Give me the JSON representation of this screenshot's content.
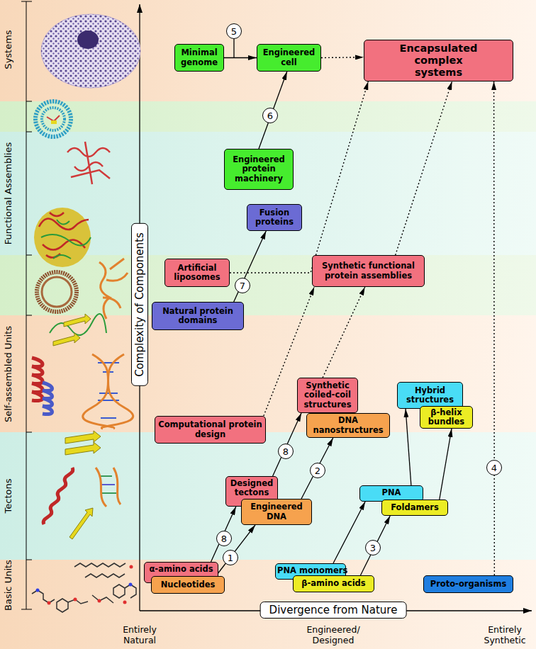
{
  "diagram": {
    "nodes": [
      {
        "text": [
          "Minimal genome"
        ]
      },
      {
        "text": [
          "Engineered cell"
        ]
      },
      {
        "text": [
          "Encapsulated complex systems"
        ]
      },
      {
        "text": [
          "Engineered protein machinery"
        ]
      },
      {
        "text": [
          "Fusion proteins"
        ]
      },
      {
        "text": [
          "Artificial liposomes"
        ]
      },
      {
        "text": [
          "Synthetic functional protein assemblies"
        ]
      },
      {
        "text": [
          "Natural protein domains"
        ]
      },
      {
        "text": [
          "Synthetic coiled-coil structures"
        ]
      },
      {
        "text": [
          "Hybrid structures"
        ]
      },
      {
        "text": [
          "β-helix bundles"
        ]
      },
      {
        "text": [
          "DNA nanostructures"
        ]
      },
      {
        "text": [
          "Computational protein design"
        ]
      },
      {
        "text": [
          "Designed tectons"
        ]
      },
      {
        "text": [
          "Engineered DNA"
        ]
      },
      {
        "text": [
          "PNA"
        ]
      },
      {
        "text": [
          "Foldamers"
        ]
      },
      {
        "text": [
          "α-amino acids"
        ]
      },
      {
        "text": [
          "Nucleotides"
        ]
      },
      {
        "text": [
          "PNA monomers"
        ]
      },
      {
        "text": [
          "β-amino acids"
        ]
      },
      {
        "text": [
          "Proto-organisms"
        ]
      }
    ],
    "edges": [
      {
        "from": 0,
        "to": 1,
        "arrow": "to",
        "label": "5"
      },
      {
        "from": 1,
        "to": 2,
        "arrow": "to"
      },
      {
        "from": 3,
        "to": 1,
        "arrow": "to",
        "label": "6"
      },
      {
        "from": 7,
        "to": 4,
        "arrow": "to",
        "label": "7"
      },
      {
        "from": 5,
        "to": 2,
        "arrow": "to"
      },
      {
        "from": 12,
        "to": 6,
        "arrow": "to"
      },
      {
        "from": 8,
        "to": 6,
        "arrow": "to"
      },
      {
        "from": 6,
        "to": 2,
        "arrow": "to"
      },
      {
        "from": 17,
        "to": 13,
        "arrow": "to",
        "label": "8"
      },
      {
        "from": 13,
        "to": 8,
        "arrow": "to",
        "label": "8"
      },
      {
        "from": 18,
        "to": 14,
        "arrow": "to",
        "label": "1"
      },
      {
        "from": 14,
        "to": 11,
        "arrow": "to",
        "label": "2"
      },
      {
        "from": 19,
        "to": 15,
        "arrow": "to"
      },
      {
        "from": 15,
        "to": 9,
        "arrow": "to"
      },
      {
        "from": 20,
        "to": 16,
        "arrow": "to",
        "label": "3"
      },
      {
        "from": 16,
        "to": 10,
        "arrow": "to"
      },
      {
        "from": 21,
        "to": 2,
        "arrow": "to",
        "label": "4"
      }
    ],
    "labels": [
      "Systems",
      "Functional Assemblies",
      "Self-assembled Units",
      "Tectons",
      "Basic Units",
      "Complexity of Components",
      "Divergence from Nature",
      "Entirely Natural",
      "Engineered/ Designed",
      "Entirely Synthetic"
    ]
  }
}
